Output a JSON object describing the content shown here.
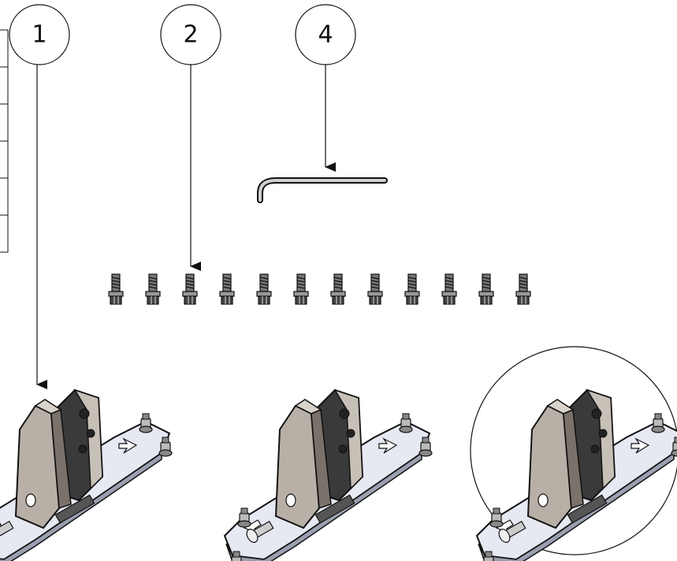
{
  "balloons": [
    {
      "id": "b1",
      "label": "1"
    },
    {
      "id": "b2",
      "label": "2"
    },
    {
      "id": "b4",
      "label": "4"
    }
  ],
  "parts": {
    "hex_key": {
      "icon": "hex-key-icon"
    },
    "screw": {
      "icon": "screw-icon",
      "count": 12
    },
    "mount_assembly": {
      "icon": "mount-assembly-icon",
      "count": 3
    }
  },
  "colors": {
    "line": "#111111",
    "plate": "#e6e8f2",
    "body": "#b8b0a6",
    "body_dark": "#6f6660",
    "dark_part": "#3a3a3a",
    "screw": "#555555"
  }
}
